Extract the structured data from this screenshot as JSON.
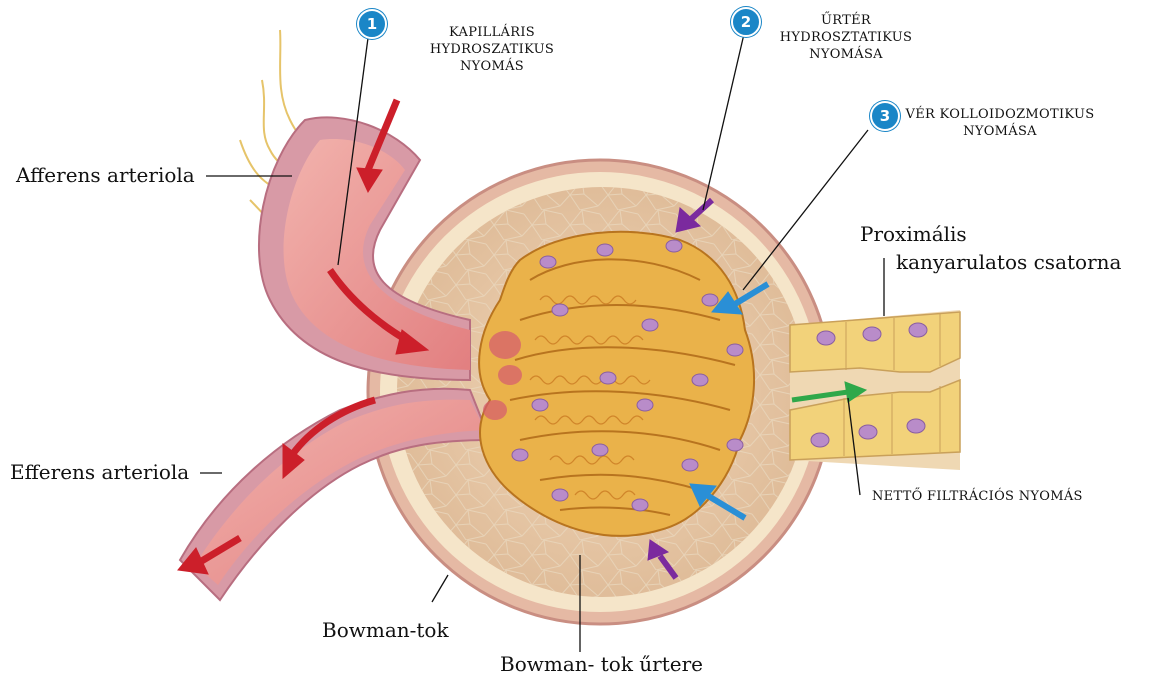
{
  "labels": {
    "afferent": "Afferens arteriola",
    "efferent": "Efferens arteriola",
    "bowman_capsule": "Bowman-tok",
    "bowman_space": "Bowman- tok űrtere",
    "proximal_line1": "Proximális",
    "proximal_line2": "kanyarulatos csatorna",
    "net_filtration": "NETTŐ FILTRÁCIÓS NYOMÁS"
  },
  "callouts": [
    {
      "number": "1",
      "lines": [
        "KAPILLÁRIS",
        "HYDROSZATIKUS",
        "NYOMÁS"
      ]
    },
    {
      "number": "2",
      "lines": [
        "ŰRTÉR",
        "HYDROSZTATIKUS",
        "NYOMÁSA"
      ]
    },
    {
      "number": "3",
      "lines": [
        "VÉR KOLLOIDOZMOTIKUS",
        "NYOMÁSA"
      ]
    }
  ],
  "colors": {
    "badge": "#1a86c7",
    "blood_arrow": "#cc1f2a",
    "hydrostatic_arrow": "#7b2a9e",
    "oncotic_arrow": "#2a8fd6",
    "net_arrow": "#2fa84a",
    "capillary": "#e8a93a",
    "capsule": "#f3dcb6"
  }
}
